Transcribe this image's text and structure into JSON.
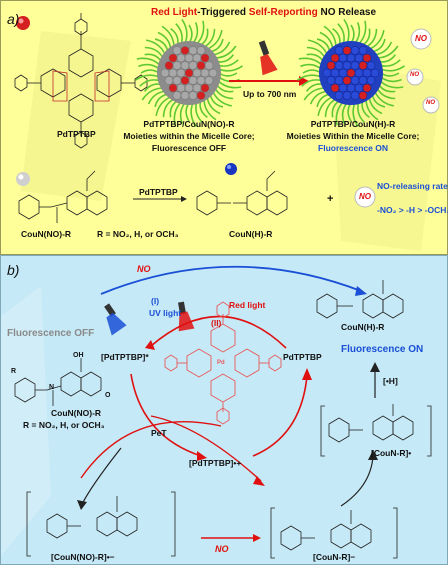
{
  "panel_a": {
    "label": "a)",
    "headline": {
      "part1": "Red Light",
      "part2": "-Triggered ",
      "part3": "Self-Reporting",
      "part4": " NO Release"
    },
    "porphyrin_name": "PdTPTBP",
    "micelle_left": {
      "line1": "PdTPTBP/CouN(NO)-R",
      "line2": "Moieties within the Micelle Core;",
      "line3": "Fluorescence OFF"
    },
    "micelle_right": {
      "line1": "PdTPTBP/CouN(H)-R",
      "line2": "Moieties Within the Micelle Core;",
      "line3": "Fluorescence ON"
    },
    "arrow_label": "Up to 700 nm",
    "no_badge": "NO",
    "reaction": {
      "catalyst": "PdTPTBP",
      "reactant": "CouN(NO)-R",
      "product": "CouN(H)-R",
      "plus": "+",
      "r_def": "R = NO₂, H, or OCH₃"
    },
    "rate": {
      "title": "NO-releasing rate:",
      "order": "-NO₂ > -H > -OCH₃"
    }
  },
  "panel_b": {
    "label": "b)",
    "uv_label": "(I)",
    "uv_text": "UV light",
    "red_label": "(II)",
    "red_text": "Red light",
    "no_top": "NO",
    "fl_off": "Fluorescence OFF",
    "fl_on": "Fluorescence ON",
    "pd_excited": "[PdTPTBP]*",
    "pd_ground": "PdTPTBP",
    "pd_cation": "[PdTPTBP]•+",
    "pet": "PeT",
    "h_abstraction": "[•H]",
    "left_mol": {
      "name": "CouN(NO)-R",
      "r_def": "R = NO₂, H, or OCH₃"
    },
    "top_right_mol": "CouN(H)-R",
    "radical_mol": "[CouN-R]•",
    "bottom_left_mol": "[CouN(NO)-R]•−",
    "bottom_right_mol": "[CouN-R]−",
    "no_bottom": "NO",
    "pd_atom": "Pd",
    "atom_labels": {
      "n": "N",
      "o": "O",
      "oh": "OH",
      "r": "R"
    }
  },
  "colors": {
    "panel_a_bg": "#ffff9a",
    "panel_b_bg": "#c5e9f6",
    "accent_red": "#e01010",
    "accent_blue": "#1a4fd6",
    "micelle_shell": "#5ec832"
  }
}
